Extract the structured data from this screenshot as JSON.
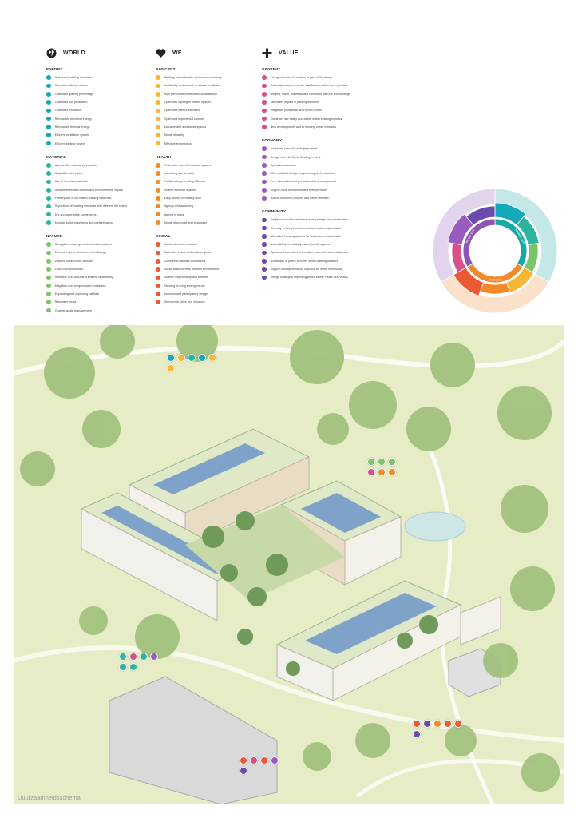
{
  "columns": [
    {
      "key": "world",
      "title": "WORLD",
      "icon": "globe-icon",
      "color": "#1aa3a3",
      "categories": [
        {
          "title": "ENERGY",
          "color": "#14a9b8",
          "items": [
            "Optimised building orientation",
            "Compact building volume",
            "Optimised glazing percentage",
            "Optimised sun protection",
            "Optimised insulation",
            "Renewable electrical energy",
            "Renewable thermal energy",
            "Efficient ventilation system",
            "Efficient lighting system"
          ]
        },
        {
          "title": "MATERIAL",
          "color": "#2bb5a0",
          "items": [
            "Use as little material as possible",
            "Adaptable floor plans",
            "Use of recycled materials",
            "Reduce embodied carbon and environmental impact",
            "Primary use of bio-based building materials",
            "Separation of building elements with different life cycles",
            "Dry and accessible connections",
            "Modular building systems and prefabrication"
          ]
        },
        {
          "title": "NATURE",
          "color": "#7cc46a",
          "items": [
            "Strengthen urban green-blue infrastructures",
            "Extensive green structures on buildings",
            "Improve urban micro-climates",
            "Local food production",
            "Research and document existing biodiversity",
            "Mitigation and compensation measures",
            "Expanding and improving habitats",
            "Rainwater reuse",
            "Organic waste management"
          ]
        }
      ]
    },
    {
      "key": "we",
      "title": "WE",
      "icon": "heart-icon",
      "color": "#f29a2e",
      "categories": [
        {
          "title": "COMFORT",
          "color": "#f7b733",
          "items": [
            "Building materials with minimal or no toxicity",
            "Availability and control of natural ventilation",
            "High performance mechanical ventilation",
            "Optimised lighting of interior spaces",
            "Optimised interior acoustics",
            "Optimised experiential comfort",
            "Inclusive and accessible spaces",
            "Sense of safety",
            "Effective ergonomics"
          ]
        },
        {
          "title": "HEALTH",
          "color": "#f28a2c",
          "items": [
            "Pedestrian oriented outdoor spaces",
            "promoting use of stairs",
            "Facilities for promoting bike use",
            "Shared exercise spaces",
            "Easy access to healthy food",
            "Agency and autonomy",
            "Ageing in place",
            "Sense of purpose and belonging"
          ]
        },
        {
          "title": "SOCIAL",
          "color": "#eb5a32",
          "items": [
            "Architecture for encounter",
            "Collective indoor and outdoor spaces",
            "Communal facilities and objects",
            "Social attachment to the built environment",
            "Shared responsibility and benefits",
            "Tailoring of living arrangements",
            "Inclusive and participatory design",
            "Democratic voice and influence"
          ]
        }
      ]
    },
    {
      "key": "value",
      "title": "VALUE",
      "icon": "plus-icon",
      "color": "#7a4aa8",
      "categories": [
        {
          "title": "CONTEXT",
          "color": "#d94f8a",
          "items": [
            "The genius loci of the place is part of the design",
            "Culturally valued symbols, traditions & habits are respected",
            "Heights, mass, materials and colours fit with the surroundings",
            "Minimised impact of parking solutions",
            "Integrated pedestrian and cyclist routes",
            "Entrances are easily accessible within existing logistics",
            "New developments add to existing urban networks"
          ]
        },
        {
          "title": "ECONOMY",
          "color": "#9a5bbf",
          "items": [
            "Adaptable plans for changing needs",
            "Design with Life Cycle Costing in mind",
            "Optimised area use",
            "BIM modelled design, engineering and production",
            "Pre - fabrication and pre- assembly of components",
            "Support local economies and entrepreneurs",
            "Robust economic models and value retention"
          ]
        },
        {
          "title": "COMMUNITY",
          "color": "#6a4bb0",
          "items": [
            "Neighbourhood involvement during design and construction",
            "Diversity in living environments and ownership models",
            "Affordable housing options for low income households",
            "Accessibility of privately owned public spaces",
            "Space and amenities to socialise, assemble and collaborate",
            "Availability of public services within walking distance",
            "Support and appreciation of public art in the community",
            "Design strategies improving public safety, health and vitality"
          ]
        }
      ]
    }
  ],
  "wheel": {
    "segments": [
      {
        "label": "WORLD",
        "value": "33%",
        "color": "#1aa7a5"
      },
      {
        "label": "WE",
        "value": "33%",
        "color": "#f08a2c"
      },
      {
        "label": "VALUE",
        "value": "33%",
        "color": "#8d56b5"
      }
    ]
  },
  "map": {
    "caption": "Duurzaamheidsschema"
  }
}
